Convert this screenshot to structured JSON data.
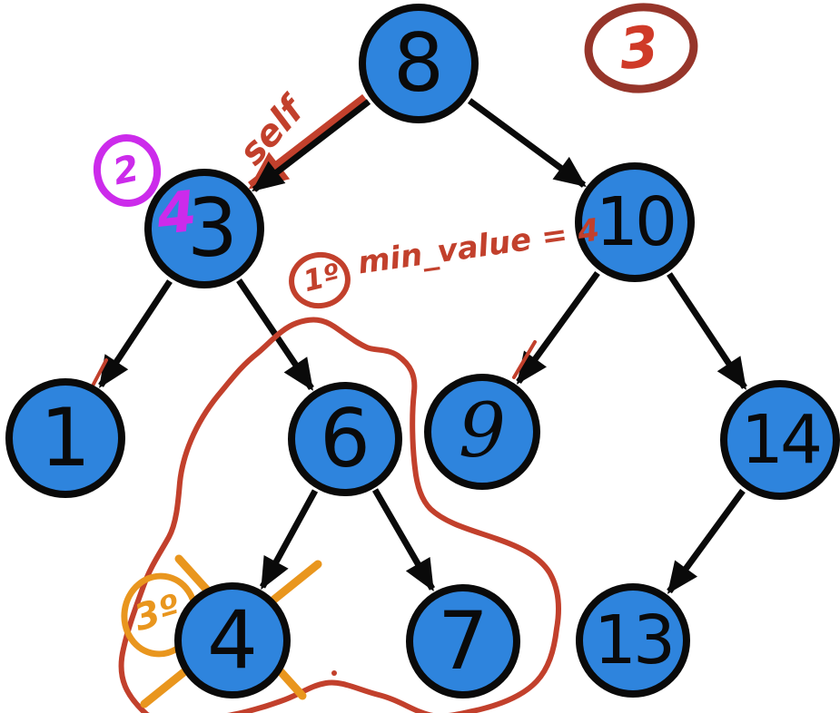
{
  "diagram": {
    "type": "binary-search-tree",
    "nodes": [
      {
        "id": "n8",
        "label": "8"
      },
      {
        "id": "n3",
        "label": "3"
      },
      {
        "id": "n10",
        "label": "10"
      },
      {
        "id": "n1",
        "label": "1"
      },
      {
        "id": "n6",
        "label": "6"
      },
      {
        "id": "n9",
        "label": "9"
      },
      {
        "id": "n14",
        "label": "14"
      },
      {
        "id": "n4",
        "label": "4"
      },
      {
        "id": "n7",
        "label": "7"
      },
      {
        "id": "n13",
        "label": "13"
      }
    ],
    "edges": [
      {
        "from": "8",
        "to": "3"
      },
      {
        "from": "8",
        "to": "10"
      },
      {
        "from": "3",
        "to": "1"
      },
      {
        "from": "3",
        "to": "6"
      },
      {
        "from": "10",
        "to": "9"
      },
      {
        "from": "10",
        "to": "14"
      },
      {
        "from": "6",
        "to": "4"
      },
      {
        "from": "6",
        "to": "7"
      },
      {
        "from": "14",
        "to": "13"
      }
    ],
    "annotations": {
      "self_label": "self",
      "purple_step": "2",
      "darkred_step": "3",
      "red_step": "1º",
      "min_value_label": "min_value = 4",
      "replacement_value": "4",
      "orange_step": "3º"
    },
    "colors": {
      "node_fill": "#2E84DD",
      "node_border": "#0a0a0a",
      "pen_red": "#C2402C",
      "pen_dark_red": "#96352A",
      "pen_bright_red": "#CF3A28",
      "pen_purple": "#CC2BEB",
      "pen_orange": "#E9961E"
    }
  }
}
